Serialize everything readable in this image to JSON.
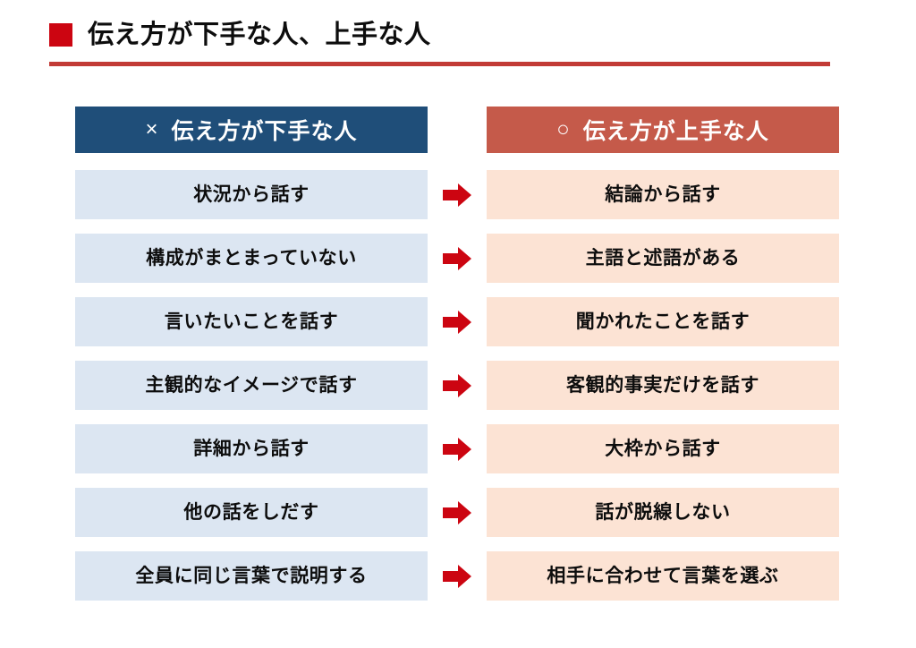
{
  "slide": {
    "title": "伝え方が下手な人、上手な人",
    "bullet_color": "#cc0511",
    "rule_color": "#c23b36"
  },
  "table": {
    "headers": {
      "left": {
        "mark": "×",
        "label": "伝え方が下手な人",
        "bg_color": "#1f4e79",
        "text_color": "#ffffff"
      },
      "right": {
        "mark": "○",
        "label": "伝え方が上手な人",
        "bg_color": "#c55a4a",
        "text_color": "#ffffff"
      }
    },
    "arrow": {
      "icon": "right-arrow-icon",
      "color": "#cc0511"
    },
    "row_colors": {
      "left_bg": "#dce6f2",
      "right_bg": "#fce3d4",
      "text": "#0d0d0d"
    },
    "rows": [
      {
        "left": "状況から話す",
        "right": "結論から話す"
      },
      {
        "left": "構成がまとまっていない",
        "right": "主語と述語がある"
      },
      {
        "left": "言いたいことを話す",
        "right": "聞かれたことを話す"
      },
      {
        "left": "主観的なイメージで話す",
        "right": "客観的事実だけを話す"
      },
      {
        "left": "詳細から話す",
        "right": "大枠から話す"
      },
      {
        "left": "他の話をしだす",
        "right": "話が脱線しない"
      },
      {
        "left": "全員に同じ言葉で説明する",
        "right": "相手に合わせて言葉を選ぶ"
      }
    ]
  }
}
